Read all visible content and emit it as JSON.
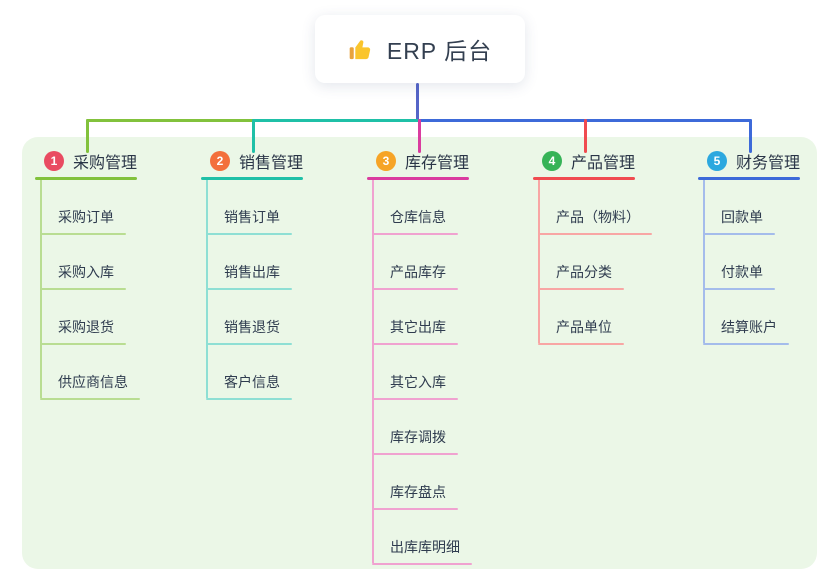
{
  "root": {
    "title": "ERP 后台",
    "icon": "thumbs-up-icon",
    "trunk_color": "#5565c8",
    "card_bg": "#ffffff",
    "title_color": "#333f50"
  },
  "canvas": {
    "panel_bg": "#ebf7e7",
    "page_bg": "#ffffff"
  },
  "branches": [
    {
      "badge": "1",
      "badge_color": "#e94b61",
      "title": "采购管理",
      "line_color": "#82c23c",
      "child_line_color": "#b9dd92",
      "children": [
        "采购订单",
        "采购入库",
        "采购退货",
        "供应商信息"
      ]
    },
    {
      "badge": "2",
      "badge_color": "#f3703c",
      "title": "销售管理",
      "line_color": "#1fc0a7",
      "child_line_color": "#8edfd4",
      "children": [
        "销售订单",
        "销售出库",
        "销售退货",
        "客户信息"
      ]
    },
    {
      "badge": "3",
      "badge_color": "#f6a426",
      "title": "库存管理",
      "line_color": "#da3c9f",
      "child_line_color": "#f0a2d0",
      "children": [
        "仓库信息",
        "产品库存",
        "其它出库",
        "其它入库",
        "库存调拨",
        "库存盘点",
        "出库库明细"
      ]
    },
    {
      "badge": "4",
      "badge_color": "#36b357",
      "title": "产品管理",
      "line_color": "#f04b50",
      "child_line_color": "#f8a6a4",
      "children": [
        "产品（物料）",
        "产品分类",
        "产品单位"
      ]
    },
    {
      "badge": "5",
      "badge_color": "#2ca8df",
      "title": "财务管理",
      "line_color": "#3d6ad9",
      "child_line_color": "#a4bceb",
      "children": [
        "回款单",
        "付款单",
        "结算账户"
      ]
    }
  ]
}
